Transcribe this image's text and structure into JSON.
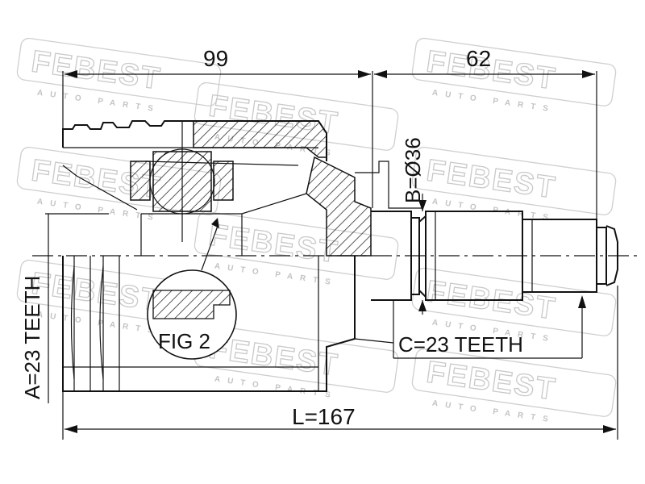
{
  "watermark": {
    "brand": "FEBEST",
    "tagline": "AUTO PARTS"
  },
  "dimensions": {
    "length_left": "99",
    "length_right": "62",
    "total_length": "L=167",
    "diameter": "B=Ø36",
    "teeth_a": "A=23 TEETH",
    "teeth_c": "C=23 TEETH"
  },
  "figure_label": "FIG 2"
}
